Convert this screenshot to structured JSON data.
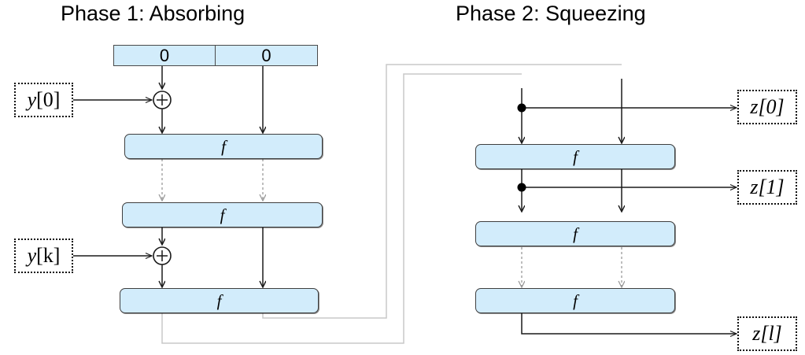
{
  "diagram": {
    "type": "sponge-construction",
    "phases": [
      {
        "id": "phase1",
        "title": "Phase 1: Absorbing"
      },
      {
        "id": "phase2",
        "title": "Phase 2: Squeezing"
      }
    ]
  },
  "state_bar": {
    "cells": [
      {
        "name": "rate-cell",
        "label": "0"
      },
      {
        "name": "capacity-cell",
        "label": "0"
      }
    ]
  },
  "phase1": {
    "title": "Phase 1: Absorbing",
    "inputs": [
      {
        "name": "input-y0",
        "var": "y",
        "index": "[0]",
        "text": "y[0]"
      },
      {
        "name": "input-yk",
        "var": "y",
        "index": "[k]",
        "text": "y[k]"
      }
    ],
    "xor_nodes": [
      {
        "name": "xor-node-0",
        "glyph": "+"
      },
      {
        "name": "xor-node-k",
        "glyph": "+"
      }
    ],
    "permutations": [
      {
        "name": "f-box-1",
        "label": "f"
      },
      {
        "name": "f-box-2",
        "label": "f"
      },
      {
        "name": "f-box-3",
        "label": "f"
      }
    ]
  },
  "phase2": {
    "title": "Phase 2: Squeezing",
    "outputs": [
      {
        "name": "output-z0",
        "var": "z",
        "index": "[0]",
        "text": "z[0]"
      },
      {
        "name": "output-z1",
        "var": "z",
        "index": "[1]",
        "text": "z[1]"
      },
      {
        "name": "output-zl",
        "var": "z",
        "index": "[l]",
        "text": "z[l]"
      }
    ],
    "permutations": [
      {
        "name": "f-box-4",
        "label": "f"
      },
      {
        "name": "f-box-5",
        "label": "f"
      },
      {
        "name": "f-box-6",
        "label": "f"
      }
    ],
    "taps": [
      {
        "name": "tap-dot-z0"
      },
      {
        "name": "tap-dot-z1"
      }
    ]
  },
  "colors": {
    "box_fill": "#d2ecfb",
    "box_stroke": "#3f3f3f",
    "solid_line": "#1a1a1a",
    "dashed_line": "#9a9a9a",
    "feedback_line": "#c8c8c8",
    "text": "#000000",
    "background": "#ffffff"
  },
  "edges": {
    "solid_count": 14,
    "dashed_count": 4,
    "feedback_count": 2
  }
}
